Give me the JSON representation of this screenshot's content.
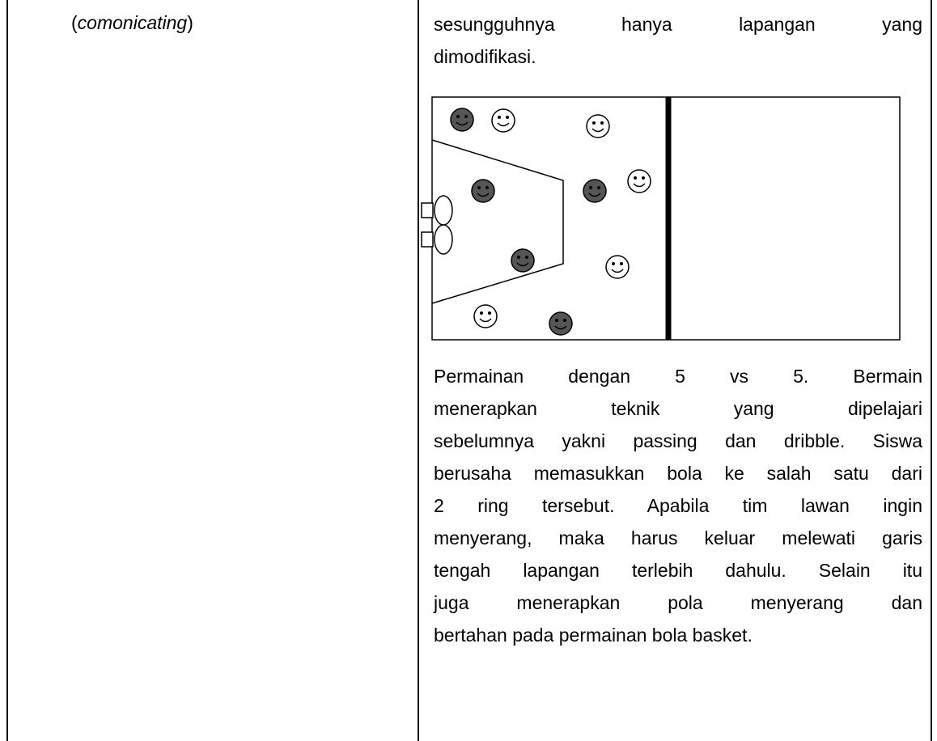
{
  "left_cell": {
    "open_paren": "(",
    "term": "comonicating",
    "close_paren": ")"
  },
  "right_cell": {
    "intro_lines": [
      "sesungguhnya hanya lapangan yang",
      "dimodifikasi."
    ],
    "description_lines": [
      "Permainan dengan 5 vs 5. Bermain",
      "menerapkan teknik yang dipelajari",
      "sebelumnya yakni passing dan dribble. Siswa",
      "berusaha memasukkan bola ke salah satu dari",
      "2 ring tersebut. Apabila tim lawan ingin",
      "menyerang, maka harus keluar melewati garis",
      "tengah lapangan terlebih dahulu. Selain itu",
      "juga menerapkan pola menyerang dan",
      "bertahan pada permainan bola basket."
    ]
  },
  "diagram": {
    "players": [
      {
        "team": "dark"
      },
      {
        "team": "light"
      },
      {
        "team": "light"
      },
      {
        "team": "dark"
      },
      {
        "team": "dark"
      },
      {
        "team": "light"
      },
      {
        "team": "dark"
      },
      {
        "team": "light"
      },
      {
        "team": "light"
      },
      {
        "team": "dark"
      }
    ],
    "colors": {
      "dark_player": "#555555",
      "light_player": "#ffffff",
      "line": "#000000"
    }
  }
}
